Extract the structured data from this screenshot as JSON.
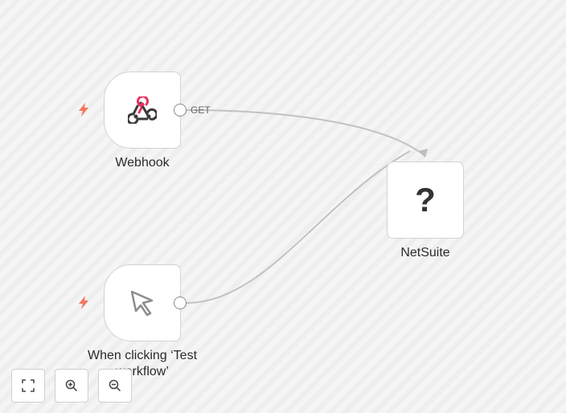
{
  "canvas": {
    "nodes": [
      {
        "id": "webhook",
        "label": "Webhook",
        "icon": "webhook-icon",
        "is_trigger": true
      },
      {
        "id": "manual",
        "label": "When clicking ‘Test workflow’",
        "icon": "cursor-icon",
        "is_trigger": true
      },
      {
        "id": "netsuite",
        "label": "NetSuite",
        "icon": "question-mark-icon",
        "icon_text": "?",
        "is_trigger": false
      }
    ],
    "connections": [
      {
        "from": "webhook",
        "to": "netsuite",
        "label": "GET"
      },
      {
        "from": "manual",
        "to": "netsuite",
        "label": ""
      }
    ],
    "trigger_icon": "lightning-bolt-icon",
    "trigger_color": "#f4765d",
    "webhook_color": "#e8345f"
  },
  "controls": [
    {
      "name": "fit-view-button",
      "icon": "fullscreen-icon"
    },
    {
      "name": "zoom-in-button",
      "icon": "zoom-in-icon"
    },
    {
      "name": "zoom-out-button",
      "icon": "zoom-out-icon"
    }
  ]
}
